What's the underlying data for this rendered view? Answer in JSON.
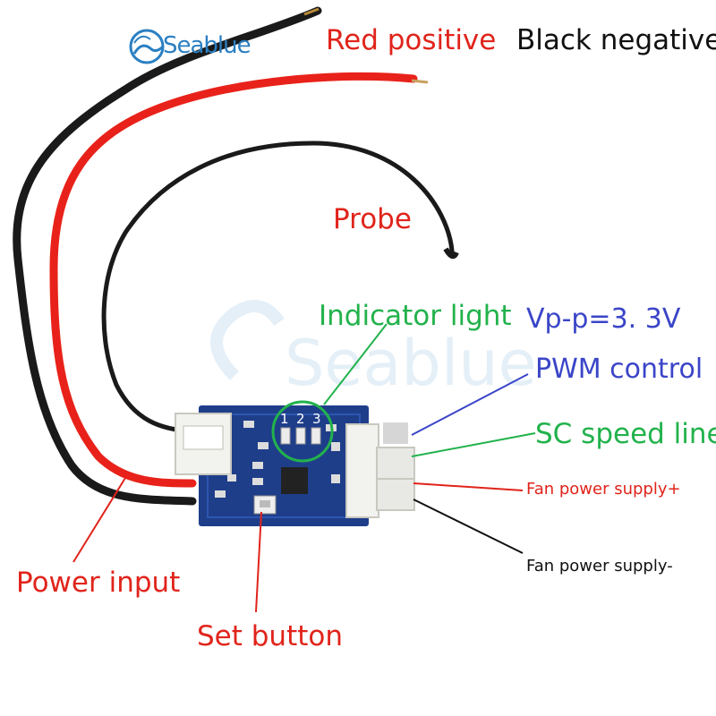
{
  "brand": {
    "name": "Seablue"
  },
  "labels": {
    "red_positive": "Red positive",
    "black_negative": "Black negative",
    "probe": "Probe",
    "indicator_light": "Indicator light",
    "vpp": "Vp-p=3. 3V",
    "pwm_control": "PWM control",
    "sc_speed_line": "SC speed line",
    "fan_power_plus": "Fan power supply+",
    "fan_power_minus": "Fan power supply-",
    "power_input": "Power input",
    "set_button": "Set button"
  },
  "board": {
    "led_numbers": [
      "1",
      "2",
      "3"
    ]
  },
  "colors": {
    "red": "#e0241b",
    "black": "#111111",
    "green": "#22b24c",
    "blue": "#3a45c8",
    "pcb": "#1f3e8a",
    "wire_red": "#e8221a",
    "wire_black": "#1a1a1a"
  }
}
